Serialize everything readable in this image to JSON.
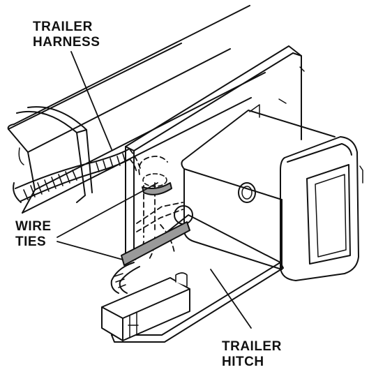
{
  "labels": {
    "trailer_harness": [
      "TRAILER",
      "HARNESS"
    ],
    "wire_ties": [
      "WIRE",
      "TIES"
    ],
    "trailer_hitch": [
      "TRAILER",
      "HITCH"
    ]
  },
  "colors": {
    "ink": "#111111",
    "wire_tie_fill": "#9a9a9a",
    "background": "#ffffff"
  }
}
